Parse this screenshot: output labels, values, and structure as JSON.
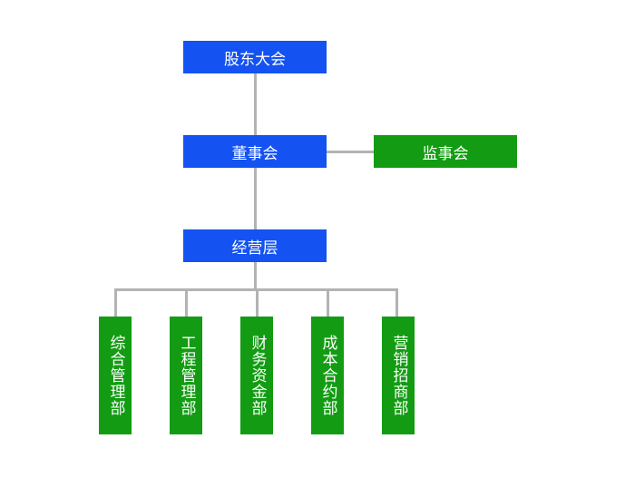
{
  "org_chart": {
    "shareholders_meeting": "股东大会",
    "board_of_directors": "董事会",
    "board_of_supervisors": "监事会",
    "management": "经营层",
    "departments": [
      "综合管理部",
      "工程管理部",
      "财务资金部",
      "成本合约部",
      "营销招商部"
    ]
  },
  "colors": {
    "blue_box": "#1452f2",
    "green_box": "#139c13",
    "connector": "#b3b3b3"
  }
}
